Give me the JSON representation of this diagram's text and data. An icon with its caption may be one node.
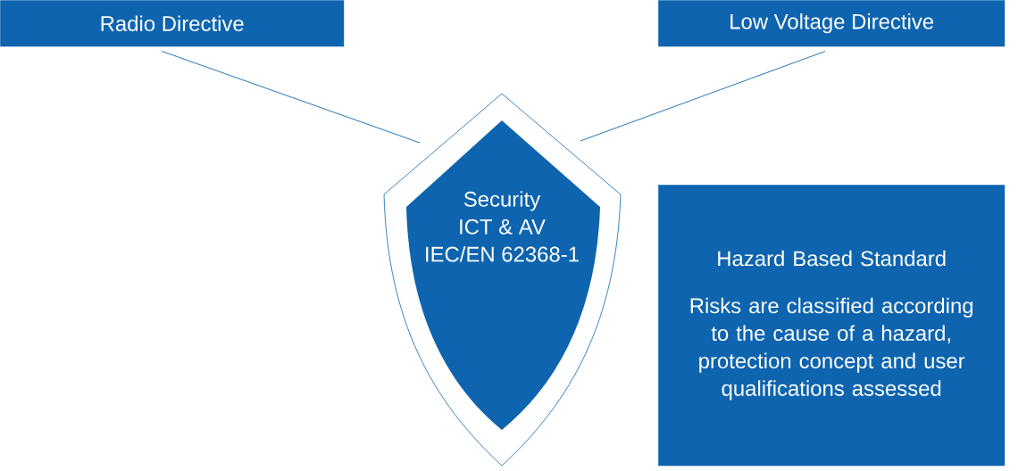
{
  "diagram": {
    "nodes": [
      {
        "text": [
          "Radio Directive"
        ]
      },
      {
        "text": [
          "Low Voltage Directive"
        ]
      },
      {
        "text": [
          "Security",
          "ICT & AV",
          "IEC/EN 62368-1"
        ]
      },
      {
        "text": [
          "Hazard Based Standard",
          "Risks are classified according to the cause of a hazard, protection concept and user qualifications assessed"
        ]
      }
    ],
    "edges": [
      {
        "from": 0,
        "to": 2,
        "arrow": "none"
      },
      {
        "from": 1,
        "to": 2,
        "arrow": "none"
      }
    ]
  }
}
